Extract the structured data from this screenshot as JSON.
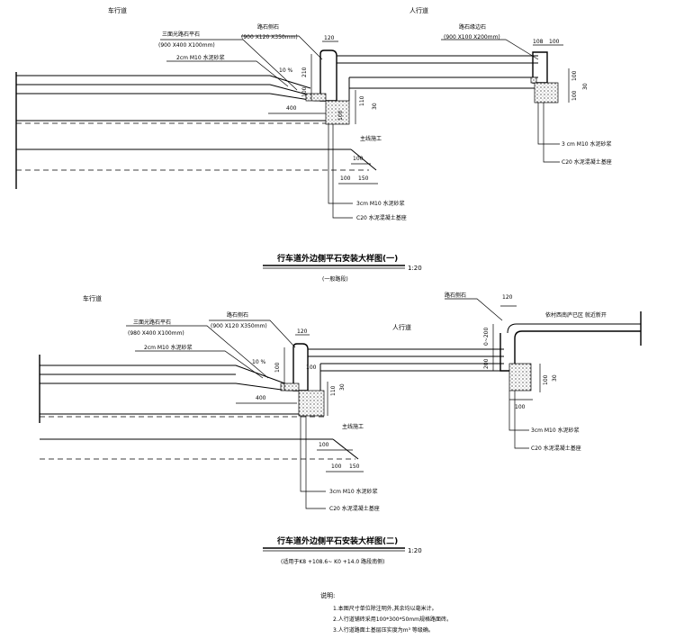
{
  "detail1": {
    "carriageway": "车行道",
    "sidewalk": "人行道",
    "flat_stone_label": "三面光路石平石",
    "flat_stone_size": "(900 X400 X100mm)",
    "mortar_top": "2cm  M10 水泥砂浆",
    "curb_label": "路石侧石",
    "curb_size": "(900 X120 X350mm)",
    "edge_label": "路石缘边石",
    "edge_size": "(900 X100 X200mm)",
    "dim_120": "120",
    "dim_108": "108",
    "dim_100a": "100",
    "slope_pct": "10 %",
    "dim_210": "210",
    "dim_100b": "100",
    "dim_400": "400",
    "dim_110": "110",
    "dim_100c": "100",
    "dim_30a": "30",
    "dim_100d": "100",
    "dim_30b": "30",
    "dim_100e": "100",
    "main_works": "主线施工",
    "dim_100f": "100",
    "dim_100g": "100",
    "dim_150": "150",
    "mortar_bottom": "3cm  M10 水泥砂浆",
    "concrete_bottom": "C20  水泥混凝土基座",
    "mortar_right": "3 cm  M10 水泥砂浆",
    "concrete_right": "C20  水泥混凝土基座",
    "title": "行车道外边侧平石安装大样图(一)",
    "scale": "1:20",
    "subtitle": "(一般路段)"
  },
  "detail2": {
    "carriageway": "车行道",
    "sidewalk": "人行道",
    "flat_stone_label": "三面光路石平石",
    "flat_stone_size": "(980 X400 X100mm)",
    "mortar_top": "2cm  M10 水泥砂浆",
    "curb_label": "路石侧石",
    "curb_size": "(900 X120 X350mm)",
    "curb2_label": "路石侧石",
    "dim_120a": "120",
    "dim_120b": "120",
    "right_note": "依村西南庐已区  就近新开",
    "slope_pct": "10 %",
    "dim_100a": "100",
    "dim_400": "400",
    "dim_100b": "100",
    "dim_110": "110",
    "dim_30": "30",
    "dim_0_200": "0~200",
    "dim_200": "200",
    "dim_100c": "100",
    "dim_30b": "30",
    "dim_100d": "100",
    "main_works": "主线施工",
    "dim_100e": "100",
    "dim_100f": "100",
    "dim_150": "150",
    "mortar_bottom": "3cm  M10 水泥砂浆",
    "concrete_bottom": "C20  水泥混凝土基座",
    "mortar_right": "3cm  M10 水泥砂浆",
    "concrete_right": "C20  水泥混凝土基座",
    "title": "行车道外边侧平石安装大样图(二)",
    "scale": "1:20",
    "subtitle": "(适用于K8 +108.6~ K0 +14.0 路段南侧)"
  },
  "notes": {
    "heading": "说明:",
    "line1": "1.本图尺寸单位除注明外,其余均以毫米计。",
    "line2": "2.人行道铺砖采用100*300*50mm规格路面砖。",
    "line3": "3.人行道路面土基层压实度为m³ 等级确。"
  }
}
